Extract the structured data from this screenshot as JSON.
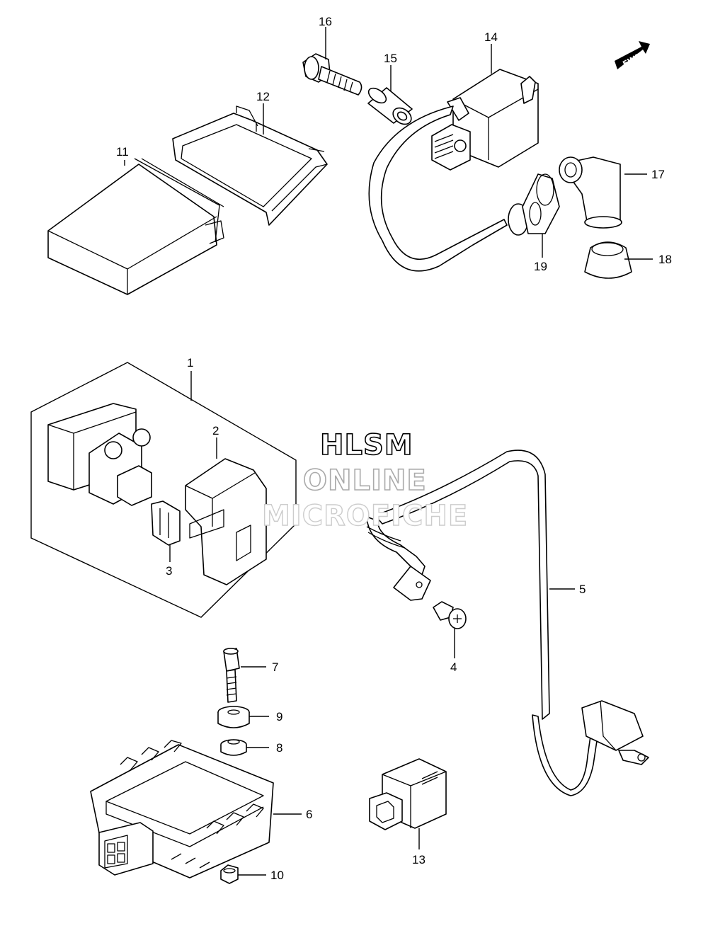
{
  "watermark": {
    "line1": "HLSM",
    "line2": "ONLINE",
    "line3": "MICROFICHE"
  },
  "direction_badge": "FWD",
  "parts": [
    {
      "id": "p1",
      "label": "1"
    },
    {
      "id": "p2",
      "label": "2"
    },
    {
      "id": "p3",
      "label": "3"
    },
    {
      "id": "p4",
      "label": "4"
    },
    {
      "id": "p5",
      "label": "5"
    },
    {
      "id": "p6",
      "label": "6"
    },
    {
      "id": "p7",
      "label": "7"
    },
    {
      "id": "p8",
      "label": "8"
    },
    {
      "id": "p9",
      "label": "9"
    },
    {
      "id": "p10",
      "label": "10"
    },
    {
      "id": "p11",
      "label": "11"
    },
    {
      "id": "p12",
      "label": "12"
    },
    {
      "id": "p13",
      "label": "13"
    },
    {
      "id": "p14",
      "label": "14"
    },
    {
      "id": "p15",
      "label": "15"
    },
    {
      "id": "p16",
      "label": "16"
    },
    {
      "id": "p17",
      "label": "17"
    },
    {
      "id": "p18",
      "label": "18"
    },
    {
      "id": "p19",
      "label": "19"
    }
  ]
}
